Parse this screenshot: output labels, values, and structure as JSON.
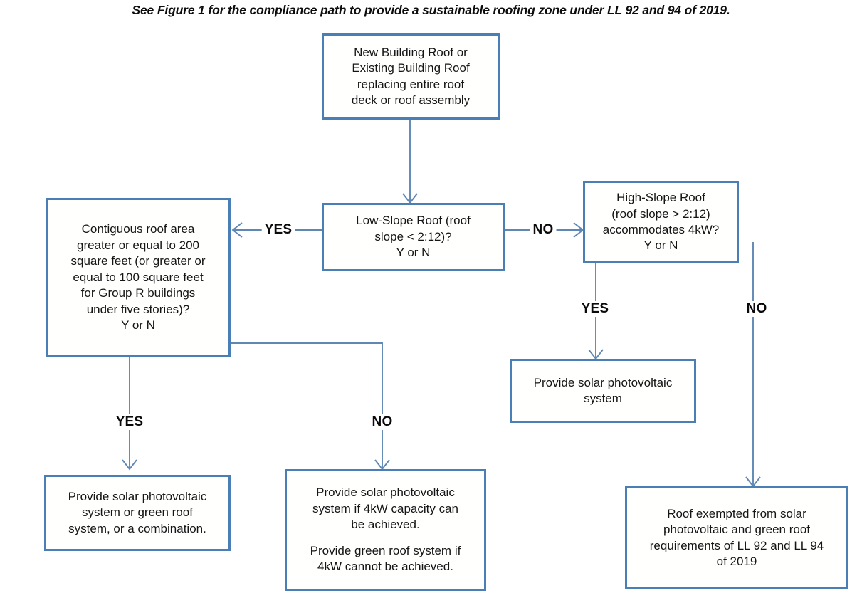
{
  "figure": {
    "title": "See Figure 1 for the compliance path to provide a sustainable roofing zone under LL 92 and 94 of 2019.",
    "accent_color": "#4a7fb5",
    "connector_color": "#5e87b4",
    "background_color": "#ffffff"
  },
  "chart_data": {
    "type": "diagram",
    "title": "See Figure 1 for the compliance path to provide a sustainable roofing zone under LL 92 and 94 of 2019.",
    "nodes": [
      {
        "id": "start",
        "label": "New Building Roof or Existing Building Roof replacing entire roof deck or roof assembly",
        "shape": "rect"
      },
      {
        "id": "low_slope",
        "label": "Low-Slope Roof (roof slope < 2:12)? Y or N",
        "shape": "rect"
      },
      {
        "id": "contiguous",
        "label": "Contiguous roof area greater or equal to 200 square feet (or greater or equal to 100 square feet for Group R buildings under five stories)? Y or N",
        "shape": "rect"
      },
      {
        "id": "high_slope",
        "label": "High-Slope Roof (roof slope > 2:12) accommodates 4kW? Y or N",
        "shape": "rect"
      },
      {
        "id": "pv_only",
        "label": "Provide solar photovoltaic system",
        "shape": "rect"
      },
      {
        "id": "pv_or_green",
        "label": "Provide solar photovoltaic system or green roof system, or a combination.",
        "shape": "rect"
      },
      {
        "id": "pv_if_4kw",
        "label": "Provide solar photovoltaic system if 4kW capacity can be achieved. Provide green roof system if 4kW cannot be achieved.",
        "shape": "rect"
      },
      {
        "id": "exempt",
        "label": "Roof exempted from solar photovoltaic and green roof requirements of LL 92 and LL 94 of 2019",
        "shape": "rect"
      }
    ],
    "edges": [
      {
        "from": "start",
        "to": "low_slope",
        "label": ""
      },
      {
        "from": "low_slope",
        "to": "contiguous",
        "label": "YES"
      },
      {
        "from": "low_slope",
        "to": "high_slope",
        "label": "NO"
      },
      {
        "from": "contiguous",
        "to": "pv_or_green",
        "label": "YES"
      },
      {
        "from": "contiguous",
        "to": "pv_if_4kw",
        "label": "NO"
      },
      {
        "from": "high_slope",
        "to": "pv_only",
        "label": "YES"
      },
      {
        "from": "high_slope",
        "to": "exempt",
        "label": "NO"
      }
    ]
  },
  "nodes": {
    "start": {
      "line1": "New Building Roof or",
      "line2": "Existing Building Roof",
      "line3": "replacing entire roof",
      "line4": "deck or roof assembly"
    },
    "low_slope": {
      "line1": "Low-Slope Roof (roof",
      "line2": "slope < 2:12)?",
      "line3": "Y or N"
    },
    "contiguous": {
      "line1": "Contiguous roof area",
      "line2": "greater or equal to 200",
      "line3": "square feet (or greater or",
      "line4": "equal to 100 square feet",
      "line5": "for Group R buildings",
      "line6": "under five stories)?",
      "line7": "Y or N"
    },
    "high_slope": {
      "line1": "High-Slope Roof",
      "line2": "(roof slope > 2:12)",
      "line3": "accommodates 4kW?",
      "line4": "Y or N"
    },
    "pv_only": {
      "line1": "Provide solar photovoltaic",
      "line2": "system"
    },
    "pv_or_green": {
      "line1": "Provide solar photovoltaic",
      "line2": "system or green roof",
      "line3": "system, or a combination."
    },
    "pv_if_4kw": {
      "para1_line1": "Provide solar photovoltaic",
      "para1_line2": "system if 4kW capacity can",
      "para1_line3": "be achieved.",
      "para2_line1": "Provide green roof system if",
      "para2_line2": "4kW cannot be achieved."
    },
    "exempt": {
      "line1": "Roof exempted from solar",
      "line2": "photovoltaic and green roof",
      "line3": "requirements of LL 92 and LL 94",
      "line4": "of 2019"
    }
  },
  "edge_labels": {
    "low_slope_yes": "YES",
    "low_slope_no": "NO",
    "contiguous_yes": "YES",
    "contiguous_no": "NO",
    "high_slope_yes": "YES",
    "high_slope_no": "NO"
  }
}
